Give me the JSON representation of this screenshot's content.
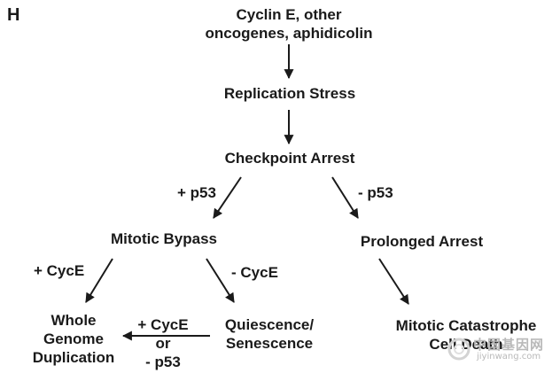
{
  "panel": {
    "letter": "H"
  },
  "nodes": {
    "stress_inducers": [
      "Cyclin E, other",
      "oncogenes, aphidicolin"
    ],
    "replication_stress": "Replication Stress",
    "checkpoint_arrest": "Checkpoint Arrest",
    "mitotic_bypass": "Mitotic Bypass",
    "prolonged_arrest": "Prolonged Arrest",
    "whole_genome_duplication": [
      "Whole",
      "Genome",
      "Duplication"
    ],
    "quiescence_senescence": [
      "Quiescence/",
      "Senescence"
    ],
    "mitotic_catastrophe": [
      "Mitotic Catastrophe",
      "Cell Death"
    ]
  },
  "edges": {
    "plus_p53": "+ p53",
    "minus_p53": "- p53",
    "plus_cyce_left": "+ CycE",
    "minus_cyce": "- CycE",
    "back_arrow": [
      "+ CycE",
      "or",
      "- p53"
    ]
  },
  "watermark": {
    "cn": "中国基因网",
    "url": "jiyinwang.com"
  }
}
